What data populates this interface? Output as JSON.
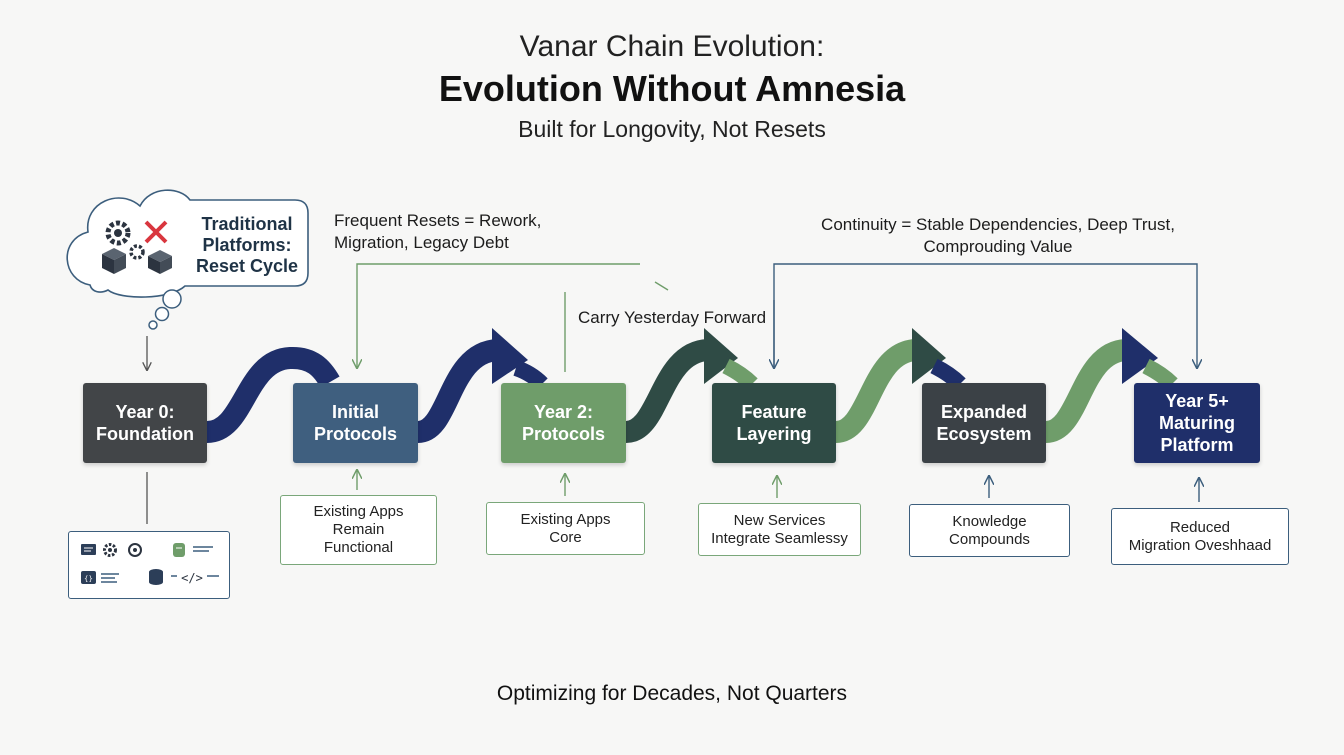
{
  "header": {
    "title_line1": "Vanar Chain Evolution:",
    "title_line2": "Evolution Without Amnesia",
    "subtitle": "Built for Longovity, Not Resets"
  },
  "callout": {
    "label_line1": "Traditional",
    "label_line2": "Platforms:",
    "label_line3": "Reset Cycle"
  },
  "annotations": {
    "resets_line1": "Frequent Resets = Rework,",
    "resets_line2": "Migration, Legacy Debt",
    "carry": "Carry Yesterday Forward",
    "continuity_line1": "Continuity = Stable Dependencies, Deep Trust,",
    "continuity_line2": "Comprouding Value"
  },
  "stages": [
    {
      "line1": "Year 0:",
      "line2": "Foundation",
      "line3": "",
      "color": "#424548"
    },
    {
      "line1": "Initial",
      "line2": "Protocols",
      "line3": "",
      "color": "#3f5f7f"
    },
    {
      "line1": "Year 2:",
      "line2": "Protocols",
      "line3": "",
      "color": "#6f9d6a"
    },
    {
      "line1": "Feature",
      "line2": "Layering",
      "line3": "",
      "color": "#2f4b45"
    },
    {
      "line1": "Expanded",
      "line2": "Ecosystem",
      "line3": "",
      "color": "#3b4146"
    },
    {
      "line1": "Year 5+",
      "line2": "Maturing",
      "line3": "Platform",
      "color": "#1f2f6a"
    }
  ],
  "notes": [
    {
      "line1": "Existing Apps",
      "line2": "Remain",
      "line3": "Functional"
    },
    {
      "line1": "Existing Apps",
      "line2": "Core",
      "line3": ""
    },
    {
      "line1": "New Services",
      "line2": "Integrate Seamlessy",
      "line3": ""
    },
    {
      "line1": "Knowledge",
      "line2": "Compounds",
      "line3": ""
    },
    {
      "line1": "Reduced",
      "line2": "Migration Oveshhaad",
      "line3": ""
    }
  ],
  "toolbox": {
    "badge": "{}",
    "code_glyph": "</>"
  },
  "footer": "Optimizing for Decades, Not Quarters",
  "colors": {
    "navy": "#1f2f6a",
    "green": "#6f9d6a",
    "dark_teal": "#2f4b45",
    "gray": "#424548",
    "slate": "#3f5f7f",
    "reset_red": "#d9363e"
  }
}
